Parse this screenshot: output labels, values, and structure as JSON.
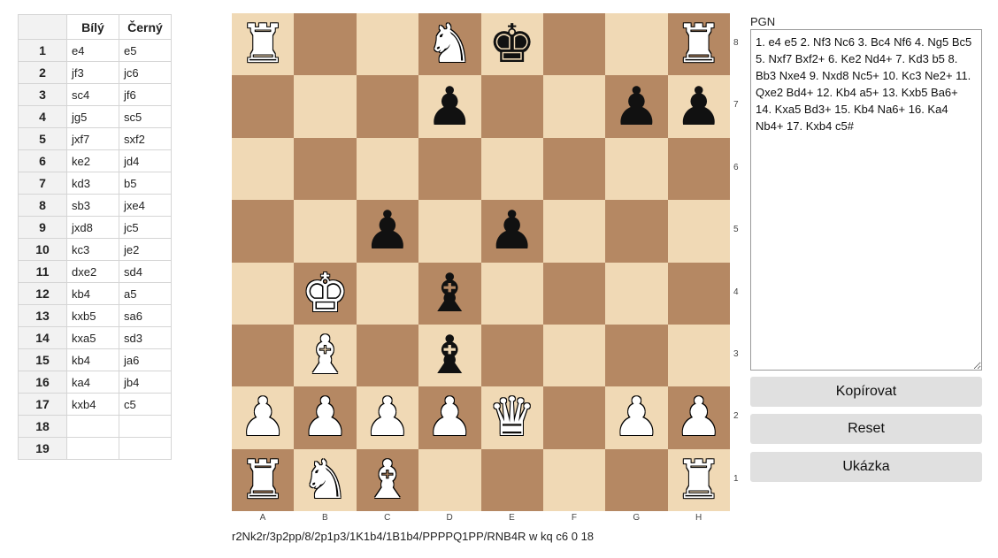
{
  "table": {
    "headers": [
      "",
      "Bílý",
      "Černý"
    ],
    "rows": [
      {
        "n": "1",
        "w": "e4",
        "b": "e5"
      },
      {
        "n": "2",
        "w": "jf3",
        "b": "jc6"
      },
      {
        "n": "3",
        "w": "sc4",
        "b": "jf6"
      },
      {
        "n": "4",
        "w": "jg5",
        "b": "sc5"
      },
      {
        "n": "5",
        "w": "jxf7",
        "b": "sxf2"
      },
      {
        "n": "6",
        "w": "ke2",
        "b": "jd4"
      },
      {
        "n": "7",
        "w": "kd3",
        "b": "b5"
      },
      {
        "n": "8",
        "w": "sb3",
        "b": "jxe4"
      },
      {
        "n": "9",
        "w": "jxd8",
        "b": "jc5"
      },
      {
        "n": "10",
        "w": "kc3",
        "b": "je2"
      },
      {
        "n": "11",
        "w": "dxe2",
        "b": "sd4"
      },
      {
        "n": "12",
        "w": "kb4",
        "b": "a5"
      },
      {
        "n": "13",
        "w": "kxb5",
        "b": "sa6"
      },
      {
        "n": "14",
        "w": "kxa5",
        "b": "sd3"
      },
      {
        "n": "15",
        "w": "kb4",
        "b": "ja6"
      },
      {
        "n": "16",
        "w": "ka4",
        "b": "jb4"
      },
      {
        "n": "17",
        "w": "kxb4",
        "b": "c5"
      },
      {
        "n": "18",
        "w": "",
        "b": ""
      },
      {
        "n": "19",
        "w": "",
        "b": ""
      }
    ]
  },
  "board": {
    "ranks": [
      "8",
      "7",
      "6",
      "5",
      "4",
      "3",
      "2",
      "1"
    ],
    "files": [
      "A",
      "B",
      "C",
      "D",
      "E",
      "F",
      "G",
      "H"
    ],
    "position": [
      [
        "wR",
        "",
        "",
        "wN",
        "bK",
        "",
        "",
        "wR"
      ],
      [
        "",
        "",
        "",
        "bP",
        "",
        "",
        "bP",
        "bP"
      ],
      [
        "",
        "",
        "",
        "",
        "",
        "",
        "",
        ""
      ],
      [
        "",
        "",
        "bP",
        "",
        "bP",
        "",
        "",
        ""
      ],
      [
        "",
        "wK",
        "",
        "bB",
        "",
        "",
        "",
        ""
      ],
      [
        "",
        "wB",
        "",
        "bB",
        "",
        "",
        "",
        ""
      ],
      [
        "wP",
        "wP",
        "wP",
        "wP",
        "wQ",
        "",
        "wP",
        "wP"
      ],
      [
        "wR",
        "wN",
        "wB",
        "",
        "",
        "",
        "",
        "wR"
      ]
    ],
    "colors": {
      "light": "#f0d9b5",
      "dark": "#b58863"
    }
  },
  "fen": "r2Nk2r/3p2pp/8/2p1p3/1K1b4/1B1b4/PPPPQ1PP/RNB4R w kq c6 0 18",
  "pgn": {
    "label": "PGN",
    "text": "1. e4 e5 2. Nf3 Nc6 3. Bc4 Nf6 4. Ng5 Bc5 5. Nxf7 Bxf2+ 6. Ke2 Nd4+ 7. Kd3 b5 8. Bb3 Nxe4 9. Nxd8 Nc5+ 10. Kc3 Ne2+ 11. Qxe2 Bd4+ 12. Kb4 a5+ 13. Kxb5 Ba6+ 14. Kxa5 Bd3+ 15. Kb4 Na6+ 16. Ka4 Nb4+ 17. Kxb4 c5#"
  },
  "buttons": {
    "copy": "Kopírovat",
    "reset": "Reset",
    "demo": "Ukázka"
  }
}
